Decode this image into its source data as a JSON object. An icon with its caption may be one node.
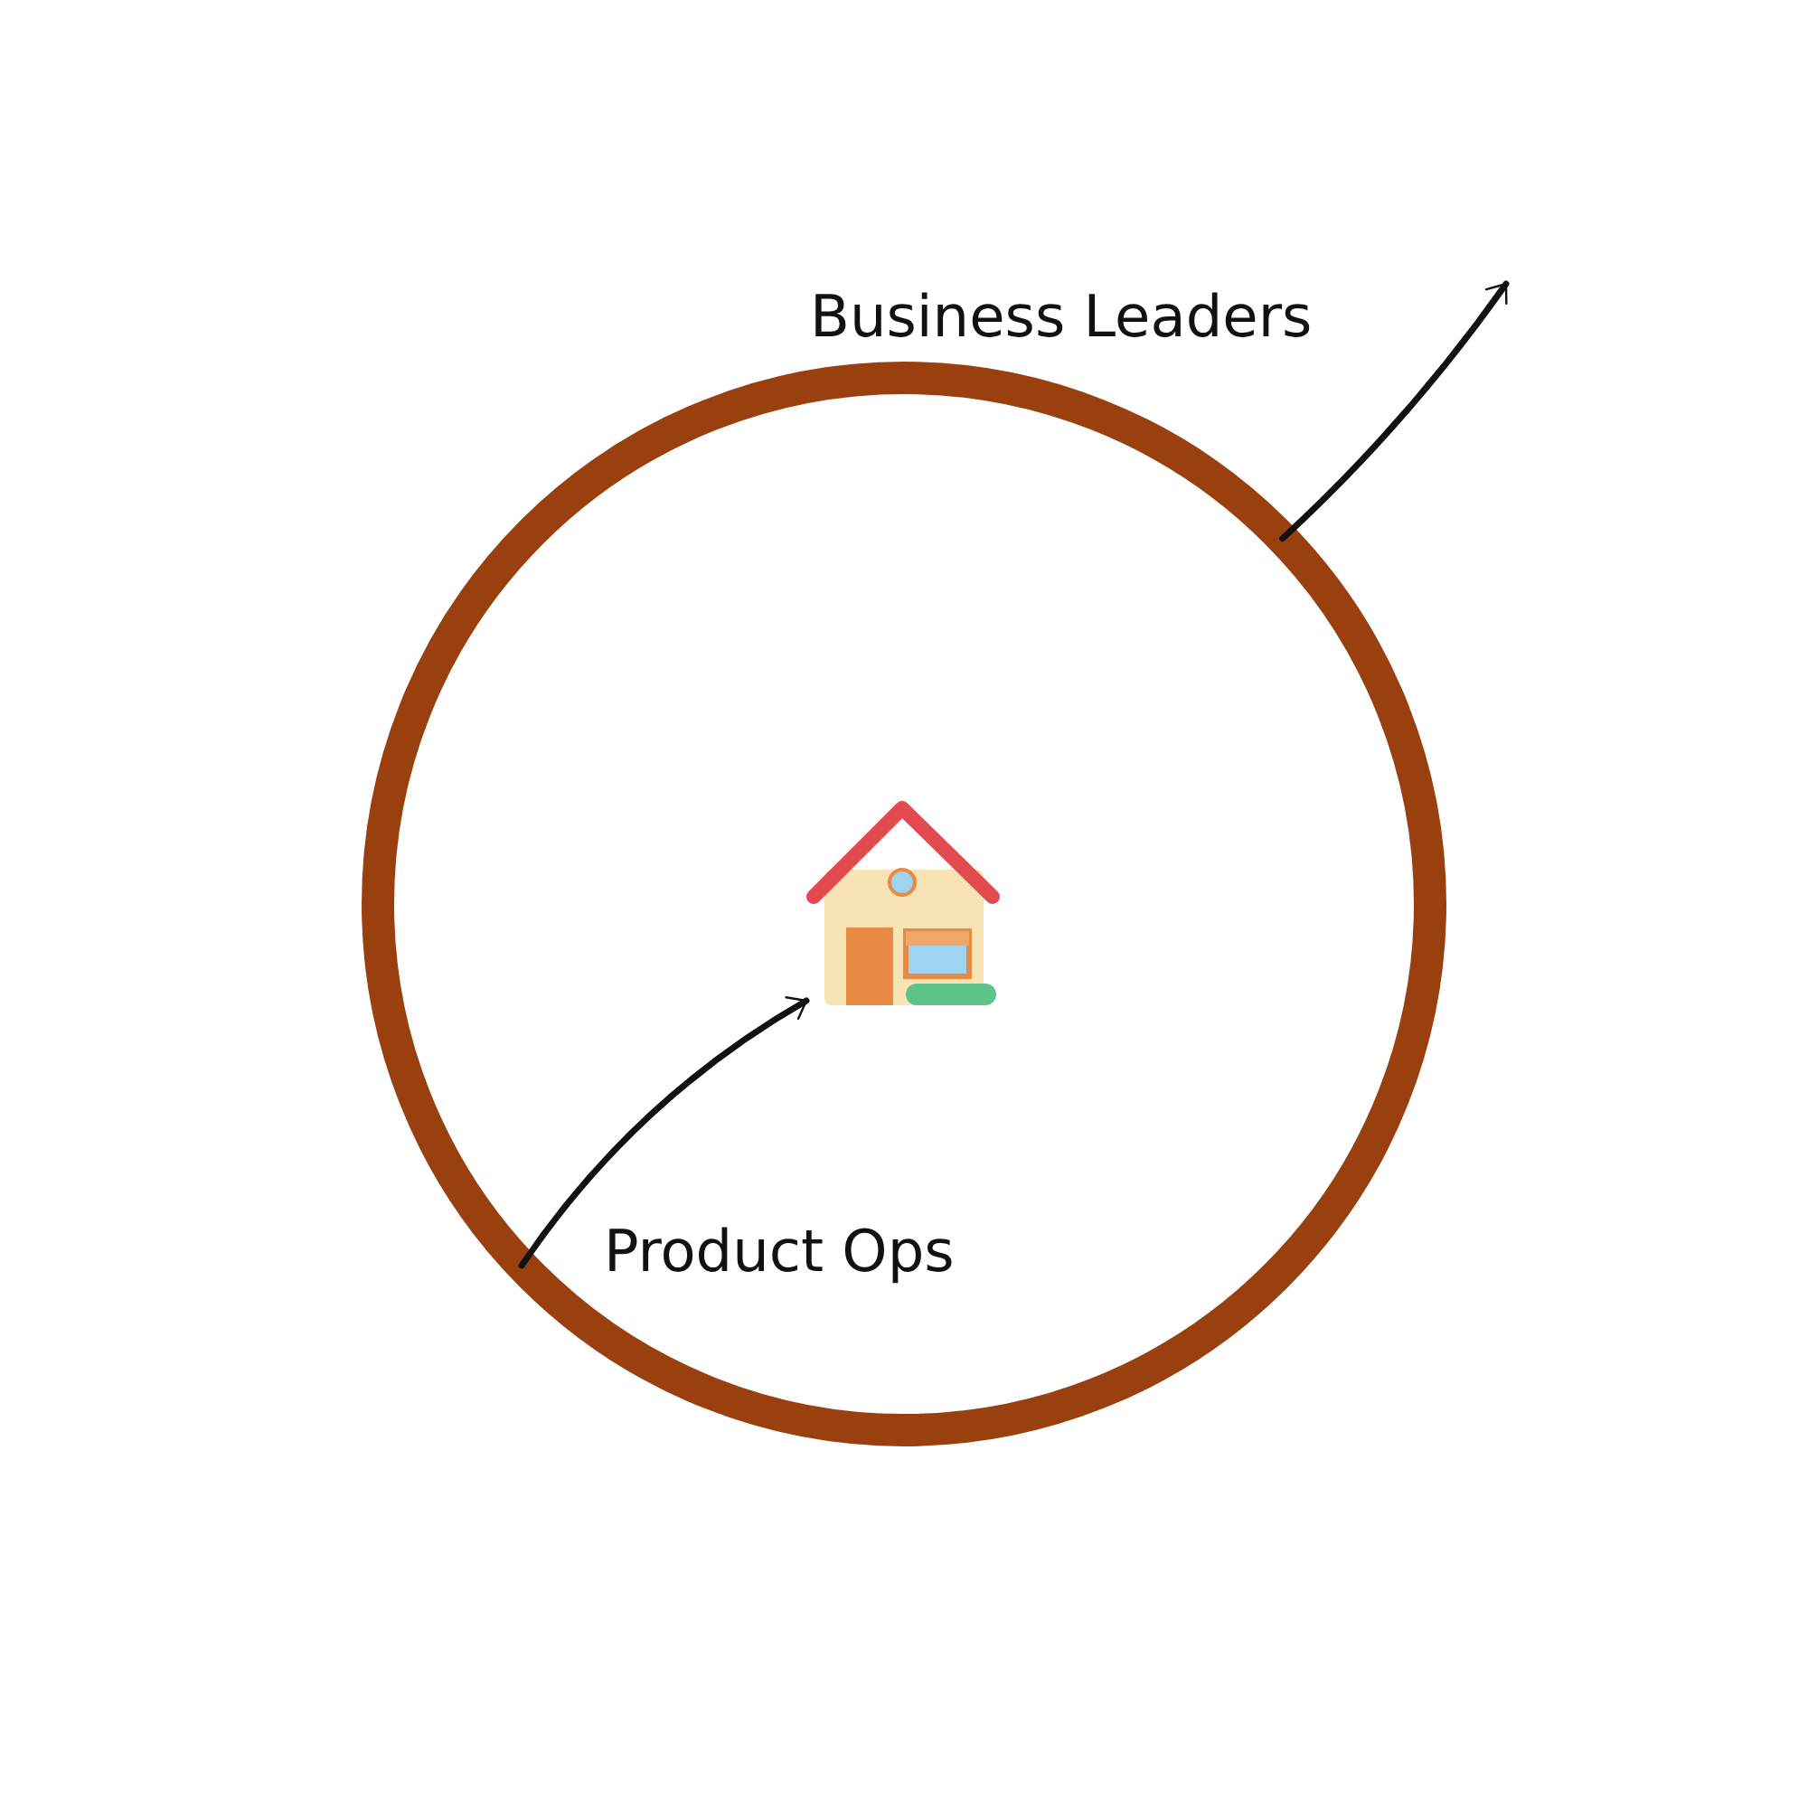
{
  "diagram": {
    "nodes": [
      {
        "text": [],
        "shape": "circle"
      },
      {
        "text": [],
        "shape": "picture",
        "in": 0
      }
    ],
    "edges": [
      {
        "from": 0,
        "to": 1,
        "arrow": "to",
        "label": "Product Ops"
      },
      {
        "from": 0,
        "to": null,
        "arrow": "to",
        "label": "Business Leaders"
      }
    ]
  }
}
